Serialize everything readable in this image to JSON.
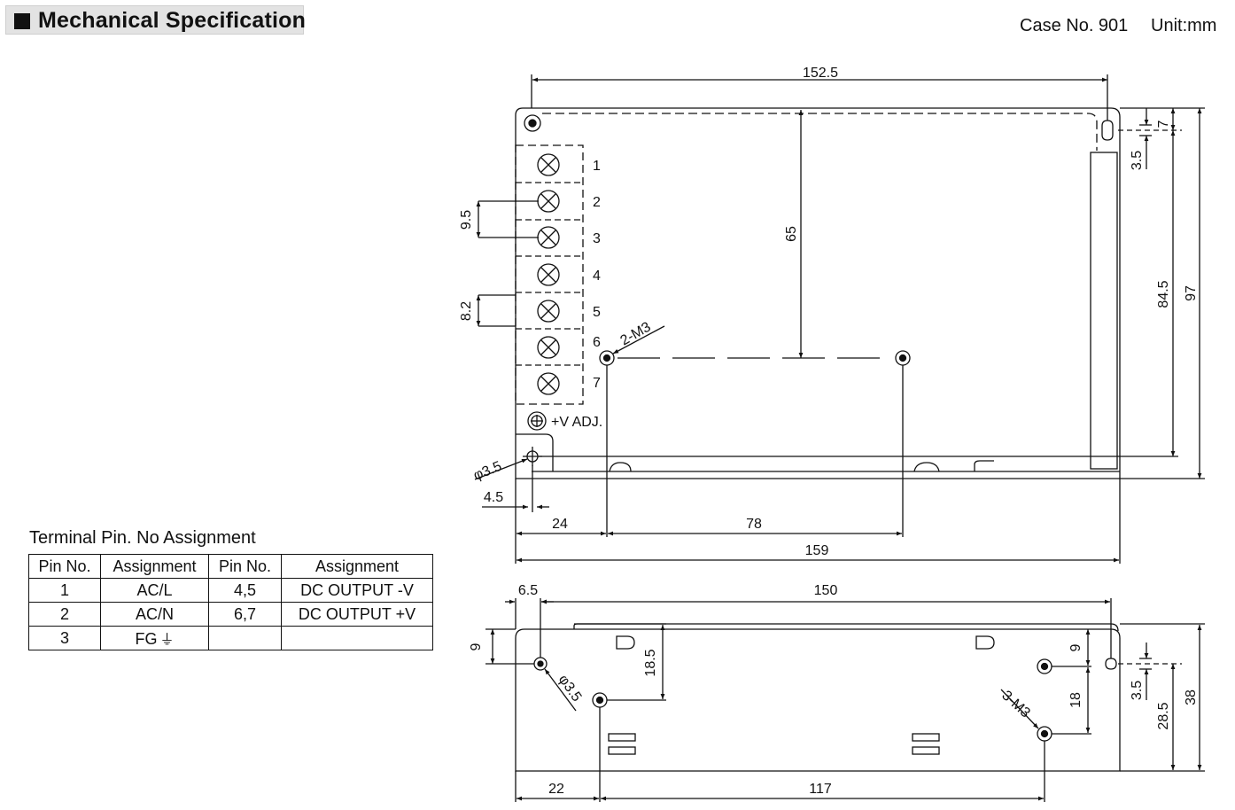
{
  "header": {
    "title": "Mechanical Specification"
  },
  "case_no": "Case No. 901",
  "unit": "Unit:mm",
  "top_view": {
    "dims": {
      "width_total": "152.5",
      "hole_to_top": "65",
      "depth_84_5": "84.5",
      "depth_97": "97",
      "slot_7": "7",
      "slot_3_5": "3.5",
      "pitch_9_5": "9.5",
      "pitch_8_2": "8.2",
      "hole_dia": "φ3.5",
      "offset_4_5": "4.5",
      "offset_24": "24",
      "spacing_78": "78",
      "length_159": "159"
    },
    "screw_label": "2-M3",
    "vadj_label": "+V ADJ.",
    "terminals": [
      "1",
      "2",
      "3",
      "4",
      "5",
      "6",
      "7"
    ]
  },
  "side_view": {
    "dims": {
      "offset_6_5": "6.5",
      "length_150": "150",
      "height_9": "9",
      "hole_18_5": "18.5",
      "hole_dia": "φ3.5",
      "right_9": "9",
      "right_18": "18",
      "slot_3_5": "3.5",
      "height_28_5": "28.5",
      "height_38": "38",
      "offset_22": "22",
      "spacing_117": "117"
    },
    "screw_label": "3-M3"
  },
  "pin_table": {
    "title": "Terminal Pin. No  Assignment",
    "headers": [
      "Pin No.",
      "Assignment",
      "Pin No.",
      "Assignment"
    ],
    "rows": [
      [
        "1",
        "AC/L",
        "4,5",
        "DC OUTPUT -V"
      ],
      [
        "2",
        "AC/N",
        "6,7",
        "DC OUTPUT +V"
      ],
      [
        "3",
        "FG",
        "",
        ""
      ]
    ]
  }
}
